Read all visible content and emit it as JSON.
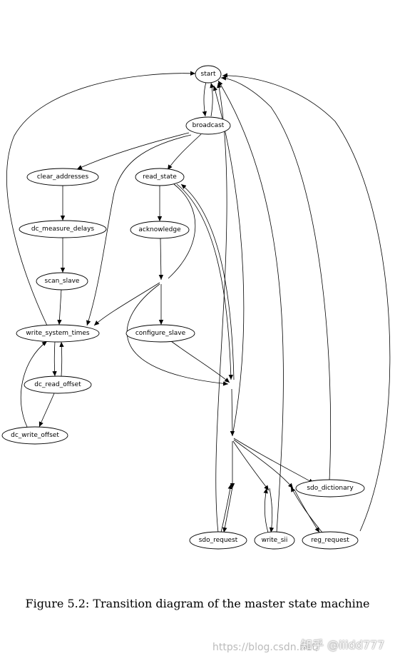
{
  "diagram": {
    "nodes": {
      "start": "start",
      "broadcast": "broadcast",
      "clear_addresses": "clear_addresses",
      "read_state": "read_state",
      "dc_measure_delays": "dc_measure_delays",
      "acknowledge": "acknowledge",
      "scan_slave": "scan_slave",
      "write_system_times": "write_system_times",
      "configure_slave": "configure_slave",
      "dc_read_offset": "dc_read_offset",
      "dc_write_offset": "dc_write_offset",
      "sdo_dictionary": "sdo_dictionary",
      "sdo_request": "sdo_request",
      "write_sii": "write_sii",
      "reg_request": "reg_request"
    },
    "edges": [
      [
        "start",
        "broadcast"
      ],
      [
        "broadcast",
        "start"
      ],
      [
        "broadcast",
        "clear_addresses"
      ],
      [
        "broadcast",
        "read_state"
      ],
      [
        "broadcast",
        "write_system_times"
      ],
      [
        "clear_addresses",
        "dc_measure_delays"
      ],
      [
        "dc_measure_delays",
        "scan_slave"
      ],
      [
        "scan_slave",
        "write_system_times"
      ],
      [
        "write_system_times",
        "start"
      ],
      [
        "write_system_times",
        "dc_read_offset"
      ],
      [
        "dc_read_offset",
        "write_system_times"
      ],
      [
        "dc_read_offset",
        "dc_write_offset"
      ],
      [
        "dc_write_offset",
        "write_system_times"
      ],
      [
        "read_state",
        "acknowledge"
      ],
      [
        "acknowledge",
        "configure_slave"
      ],
      [
        "configure_slave",
        "sdo_request"
      ],
      [
        "sdo_request",
        "start"
      ],
      [
        "write_sii",
        "start"
      ],
      [
        "reg_request",
        "start"
      ],
      [
        "sdo_dictionary",
        "start"
      ]
    ]
  },
  "caption": "Figure 5.2: Transition diagram of the master state machine",
  "watermark": {
    "zh": "知乎 @iiidd777",
    "url": "https://blog.csdn.net/"
  }
}
